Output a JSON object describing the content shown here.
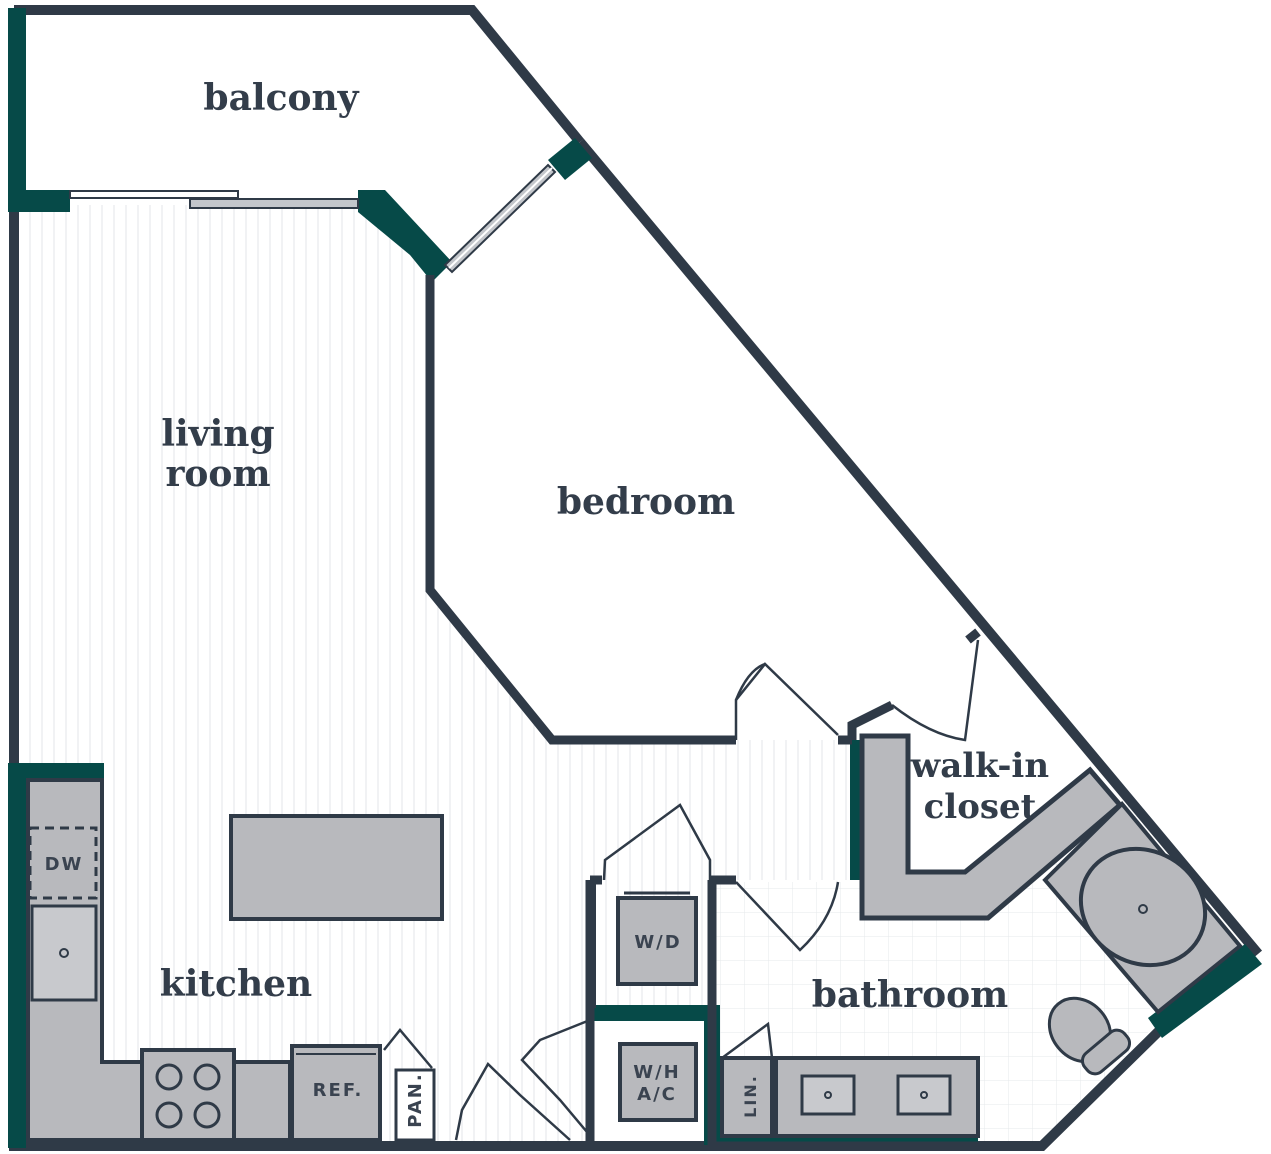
{
  "rooms": {
    "balcony": "balcony",
    "living_line1": "living",
    "living_line2": "room",
    "bedroom": "bedroom",
    "closet_line1": "walk-in",
    "closet_line2": "closet",
    "kitchen": "kitchen",
    "bathroom": "bathroom"
  },
  "fixtures": {
    "dishwasher": "DW",
    "refrigerator": "REF.",
    "pantry": "PAN.",
    "washer_dryer": "W/D",
    "water_heater_line1": "W/H",
    "water_heater_line2": "A/C",
    "linen": "LIN."
  },
  "colors": {
    "wall": "#2f3a47",
    "accent_wall": "#064a48",
    "fixture_fill": "#b8b9bd",
    "wood_line": "#e4e6e9"
  }
}
